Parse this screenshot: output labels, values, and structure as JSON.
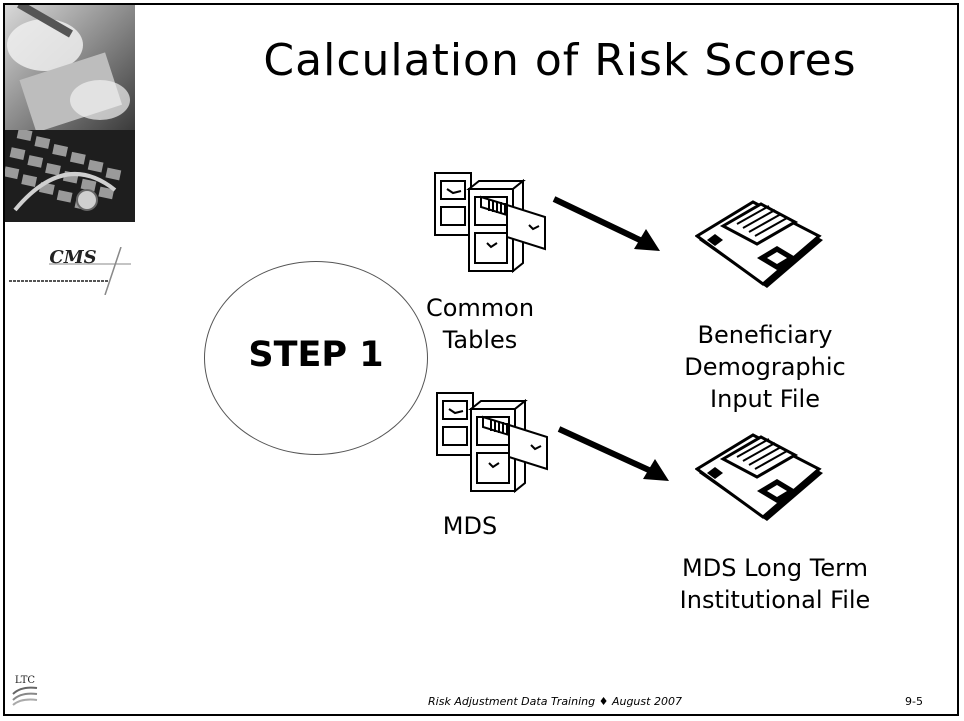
{
  "slide": {
    "title": "Calculation of Risk Scores",
    "step_label": "STEP 1",
    "sources": [
      {
        "label": "Common Tables"
      },
      {
        "label": "MDS"
      }
    ],
    "outputs": [
      {
        "label_lines": [
          "Beneficiary",
          "Demographic",
          "Input File"
        ]
      },
      {
        "label_lines": [
          "MDS Long Term",
          "Institutional File"
        ]
      }
    ]
  },
  "branding": {
    "cms_logo_text": "CMS",
    "ltc_logo_text": "LTC"
  },
  "footer": {
    "text": "Risk Adjustment Data Training ♦ August 2007",
    "page_number": "9-5"
  }
}
